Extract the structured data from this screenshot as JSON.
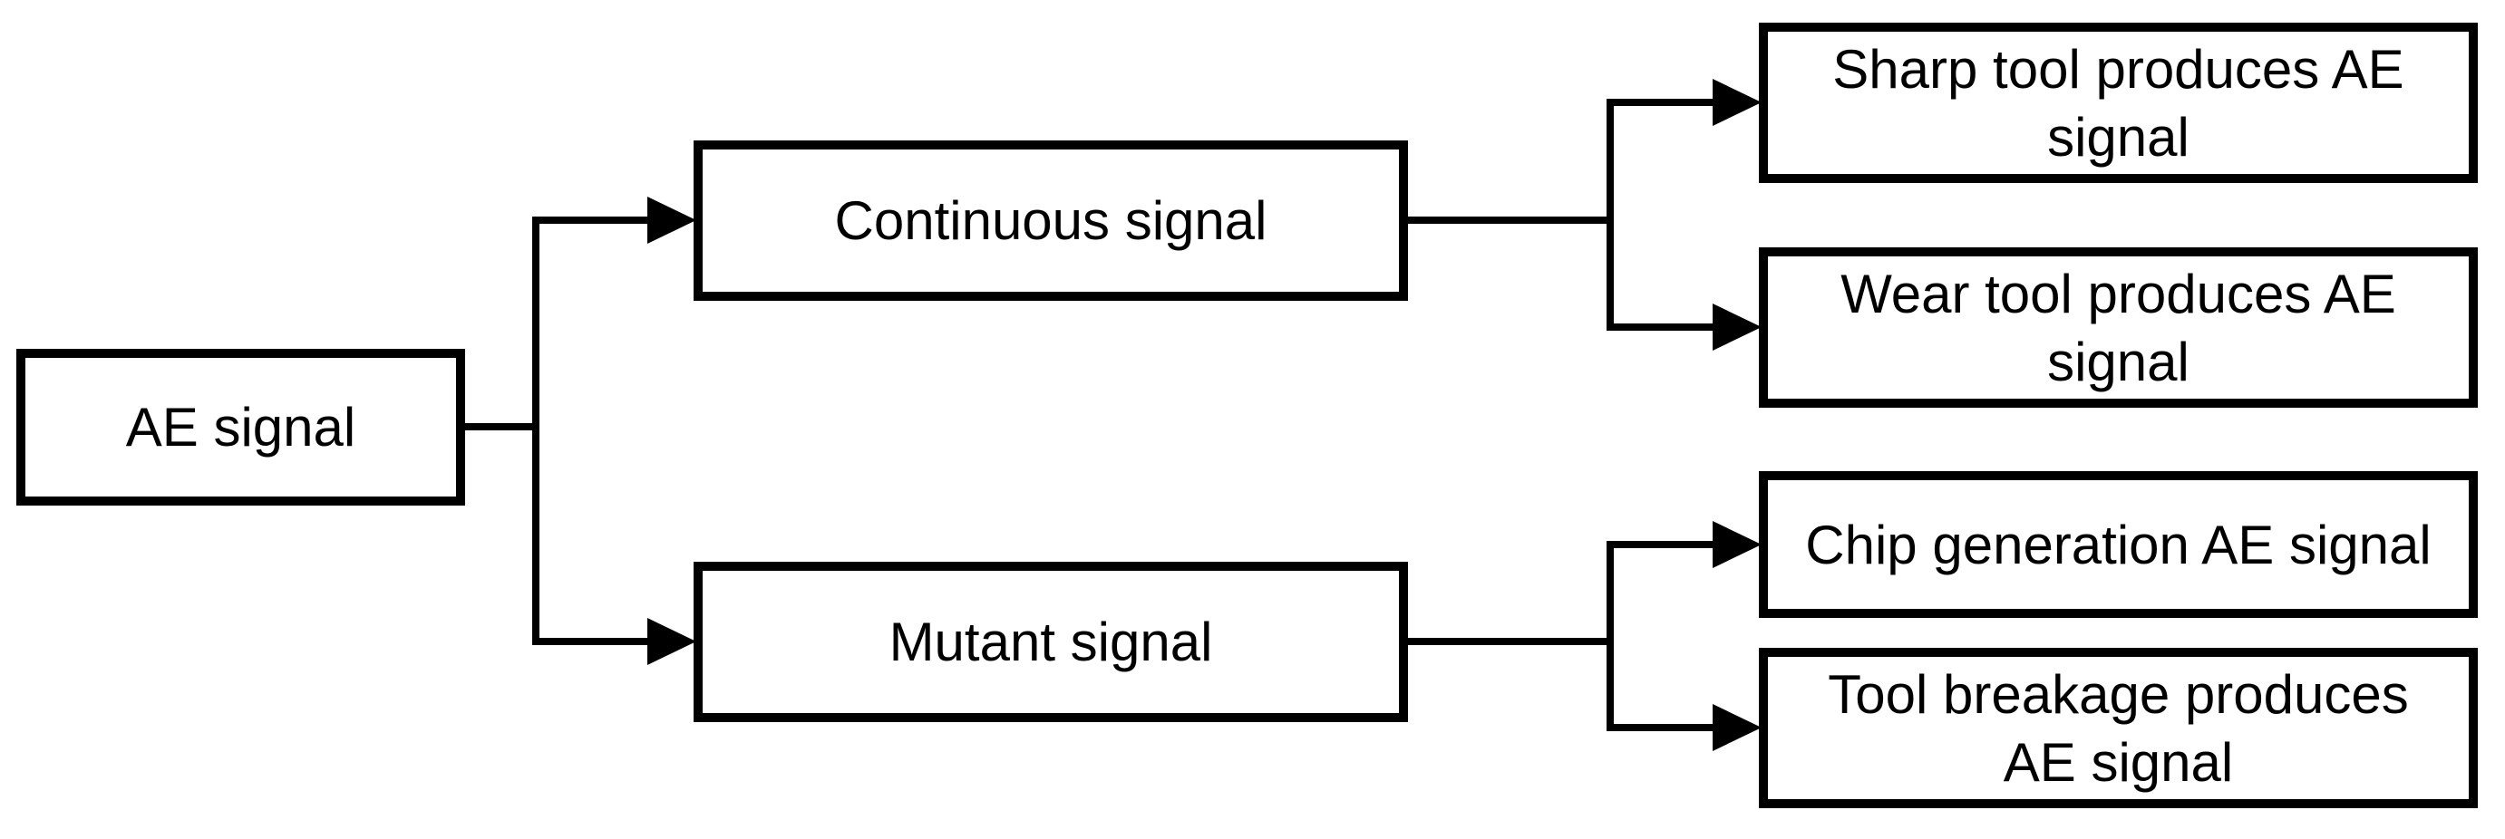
{
  "diagram": {
    "type": "flowchart-tree",
    "background_color": "#ffffff",
    "line_color": "#000000",
    "text_color": "#000000",
    "nodes": {
      "root": {
        "label": "AE signal"
      },
      "continuous": {
        "label": "Continuous signal"
      },
      "mutant": {
        "label": "Mutant signal"
      },
      "sharp": {
        "label": "Sharp tool produces AE\nsignal"
      },
      "wear": {
        "label": "Wear tool produces AE\nsignal"
      },
      "chip": {
        "label": "Chip generation AE signal"
      },
      "breakage": {
        "label": "Tool breakage produces\nAE signal"
      }
    },
    "edges": [
      {
        "from": "root",
        "to": "continuous",
        "arrow": "right"
      },
      {
        "from": "root",
        "to": "mutant",
        "arrow": "right"
      },
      {
        "from": "continuous",
        "to": "sharp",
        "arrow": "right"
      },
      {
        "from": "continuous",
        "to": "wear",
        "arrow": "right"
      },
      {
        "from": "mutant",
        "to": "chip",
        "arrow": "right"
      },
      {
        "from": "mutant",
        "to": "breakage",
        "arrow": "right"
      }
    ]
  }
}
